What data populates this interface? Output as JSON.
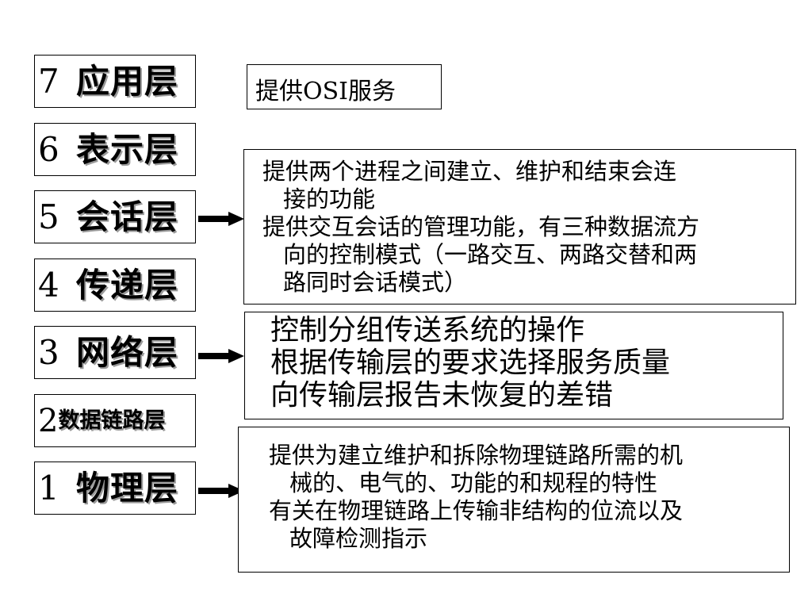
{
  "layers": [
    {
      "num": "7",
      "name": "应用层"
    },
    {
      "num": "6",
      "name": "表示层"
    },
    {
      "num": "5",
      "name": "会话层"
    },
    {
      "num": "4",
      "name": "传递层"
    },
    {
      "num": "3",
      "name": "网络层"
    },
    {
      "num": "2",
      "name": "数据链路层"
    },
    {
      "num": "1",
      "name": "物理层"
    }
  ],
  "descriptions": {
    "application": [
      "提供OSI服务"
    ],
    "session": [
      "提供两个进程之间建立、维护和结束会连",
      "接的功能",
      "提供交互会话的管理功能，有三种数据流方",
      "向的控制模式（一路交互、两路交替和两",
      "路同时会话模式）"
    ],
    "network": [
      "控制分组传送系统的操作",
      "根据传输层的要求选择服务质量",
      "向传输层报告未恢复的差错"
    ],
    "physical": [
      "提供为建立维护和拆除物理链路所需的机",
      "械的、电气的、功能的和规程的特性",
      "有关在物理链路上传输非结构的位流以及",
      "故障检测指示"
    ]
  },
  "colors": {
    "border": "#000000",
    "shadow": "#9a9a9a",
    "background": "#ffffff"
  }
}
